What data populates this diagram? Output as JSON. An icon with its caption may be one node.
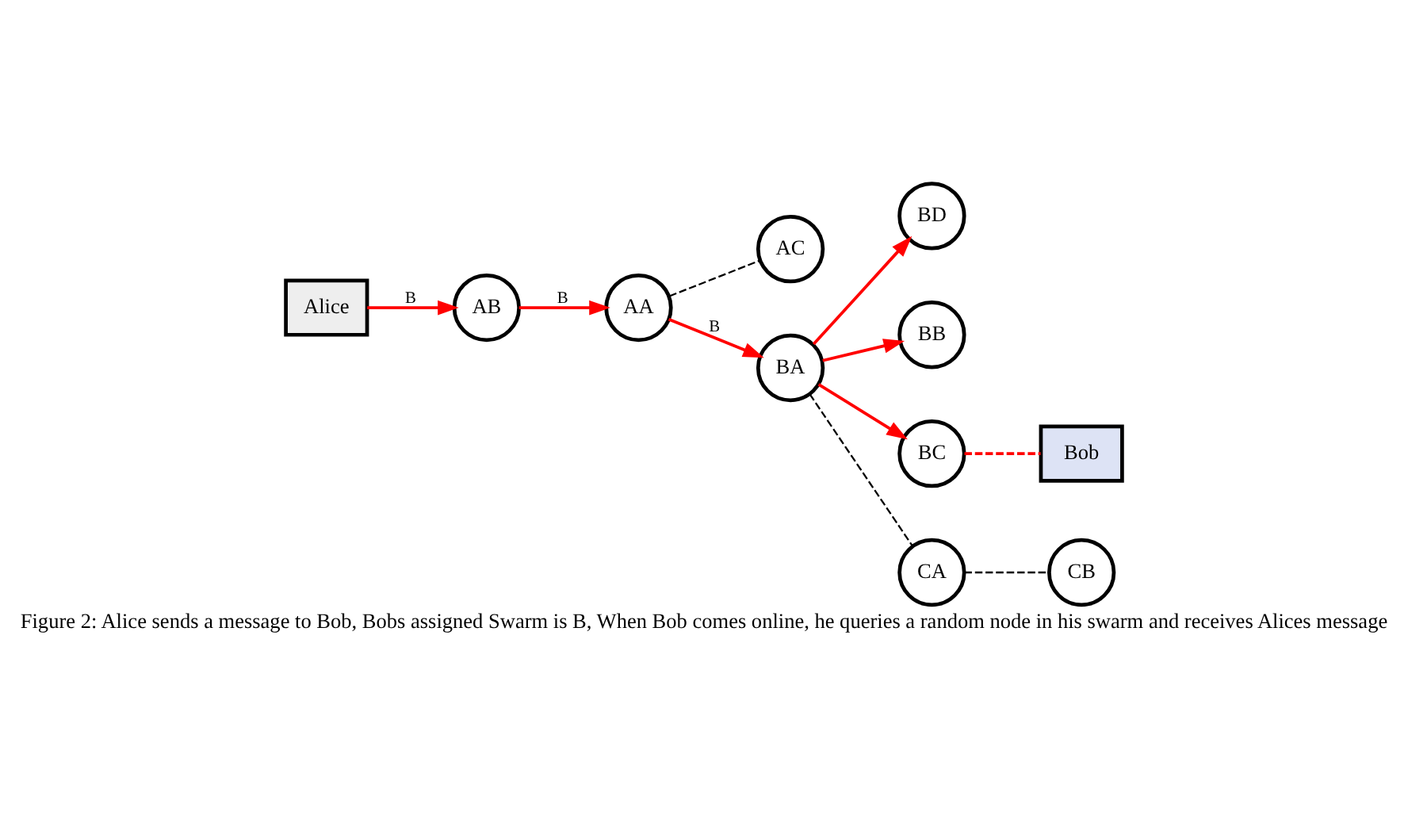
{
  "diagram": {
    "caption": "Figure 2: Alice sends a message to Bob, Bobs assigned Swarm is B, When Bob comes online, he queries a random node in his swarm and receives Alices message",
    "nodes": [
      {
        "text": [
          "Alice"
        ]
      },
      {
        "text": [
          "AB"
        ]
      },
      {
        "text": [
          "AA"
        ]
      },
      {
        "text": [
          "AC"
        ]
      },
      {
        "text": [
          "BA"
        ]
      },
      {
        "text": [
          "BD"
        ]
      },
      {
        "text": [
          "BB"
        ]
      },
      {
        "text": [
          "BC"
        ]
      },
      {
        "text": [
          "CA"
        ]
      },
      {
        "text": [
          "CB"
        ]
      },
      {
        "text": [
          "Bob"
        ]
      }
    ],
    "edges": [
      {
        "from": 0,
        "to": 1,
        "arrow": "to",
        "label": "B"
      },
      {
        "from": 1,
        "to": 2,
        "arrow": "to",
        "label": "B"
      },
      {
        "from": 2,
        "to": 4,
        "arrow": "to",
        "label": "B"
      },
      {
        "from": 2,
        "to": 3,
        "arrow": "none",
        "style": "dashed",
        "color": "#000000"
      },
      {
        "from": 4,
        "to": 8,
        "arrow": "none",
        "style": "dashed",
        "color": "#000000"
      },
      {
        "from": 8,
        "to": 9,
        "arrow": "none",
        "style": "dashed",
        "color": "#000000"
      },
      {
        "from": 4,
        "to": 5,
        "arrow": "to"
      },
      {
        "from": 4,
        "to": 6,
        "arrow": "to"
      },
      {
        "from": 4,
        "to": 7,
        "arrow": "to"
      },
      {
        "from": 7,
        "to": 10,
        "arrow": "none",
        "style": "dashed"
      }
    ]
  }
}
